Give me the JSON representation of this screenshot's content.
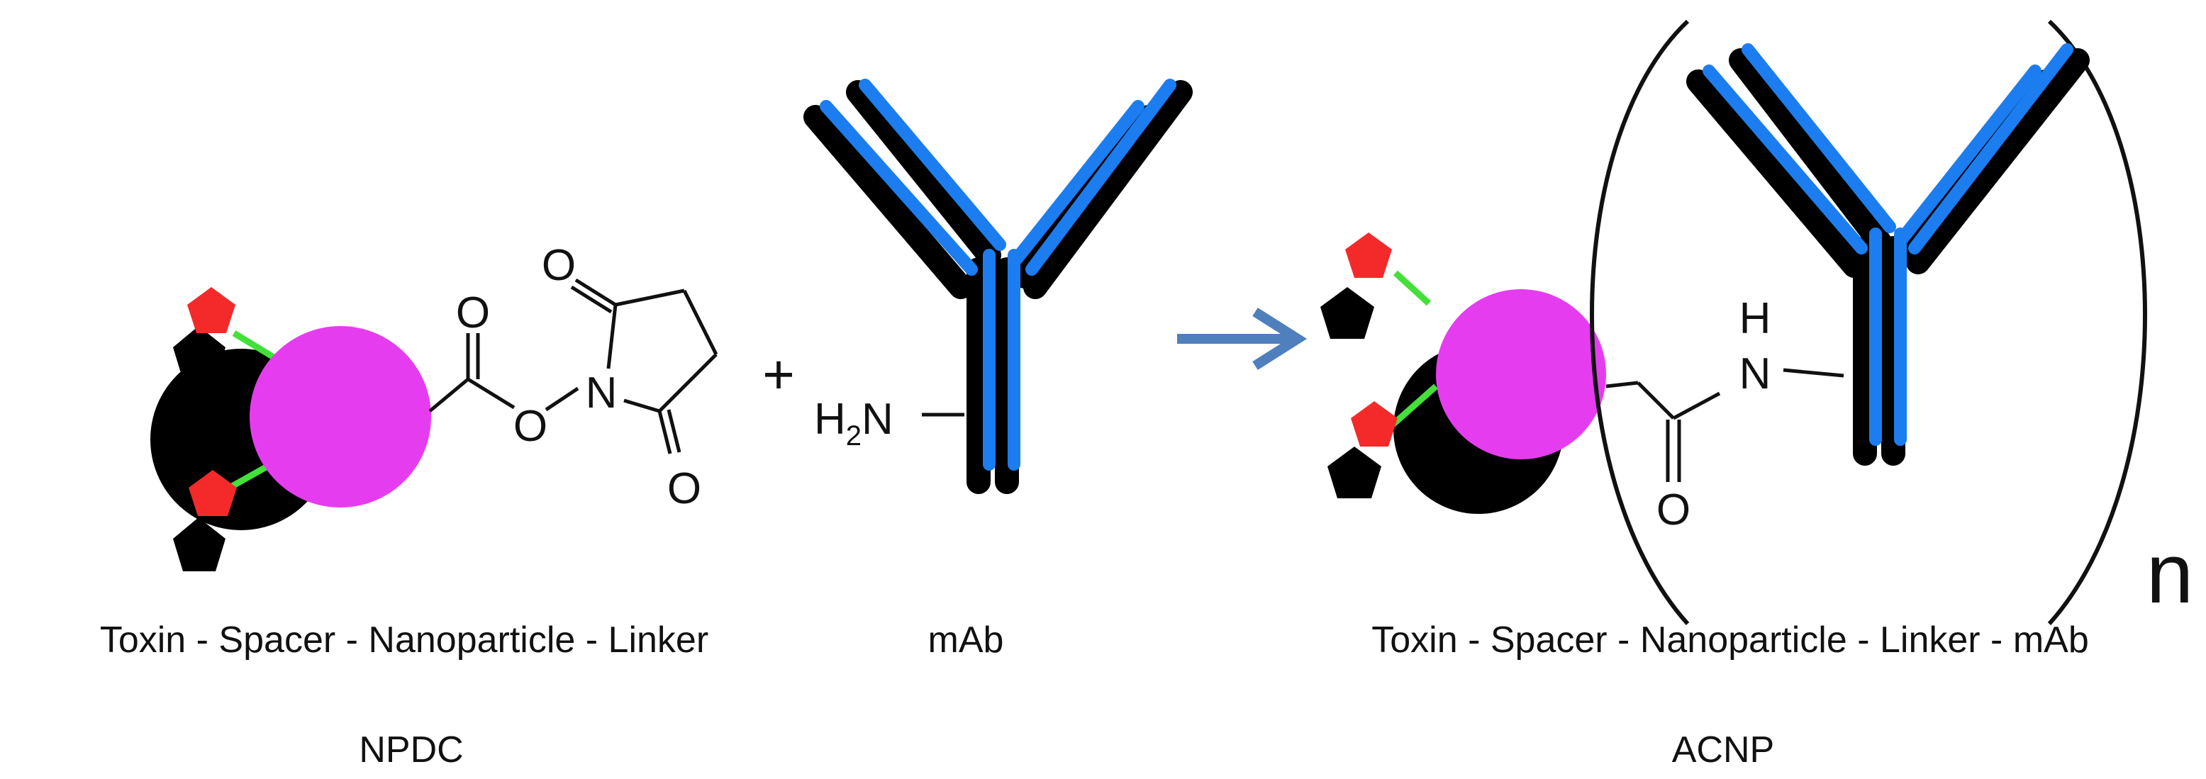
{
  "colors": {
    "nanoparticle": "#e63cf0",
    "toxin": "#f42a2a",
    "spacer": "#44e03a",
    "antibody": "#1c7df0",
    "arrow": "#4f7fbd",
    "shadow": "#000000"
  },
  "reactant_1": {
    "caption": "Toxin - Spacer - Nanoparticle - Linker",
    "name": "NPDC",
    "atoms": {
      "carbonyl_o": "O",
      "ester_o": "O",
      "nitrogen": "N",
      "top_o": "O",
      "bottom_o": "O"
    }
  },
  "plus_sign": "+",
  "reactant_2": {
    "caption": "mAb",
    "amine_h": "H",
    "amine_sub": "2",
    "amine_n": "N"
  },
  "reaction_arrow_icon": "right-arrow-icon",
  "product": {
    "caption": "Toxin - Spacer - Nanoparticle - Linker - mAb",
    "name": "ACNP",
    "amide_h": "H",
    "amide_n": "N",
    "amide_o": "O",
    "repeat_subscript": "n"
  }
}
